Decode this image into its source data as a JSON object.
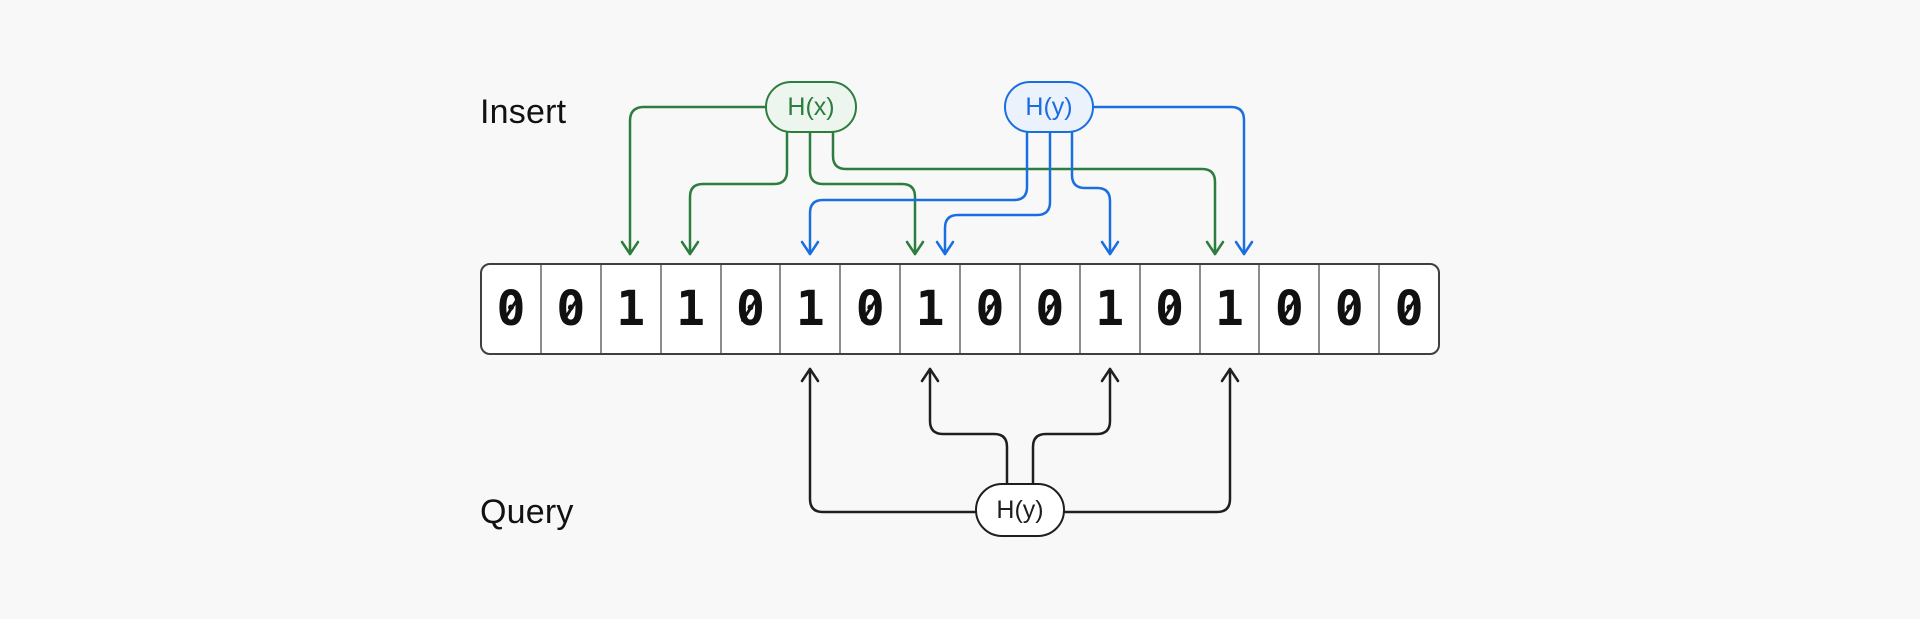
{
  "diagram_title": "bloom-filter",
  "insert": {
    "label": "Insert",
    "hx": {
      "label": "H(x)",
      "target_cells": [
        2,
        3,
        7,
        12
      ]
    },
    "hy": {
      "label": "H(y)",
      "target_cells": [
        5,
        7,
        10,
        12
      ]
    }
  },
  "query": {
    "label": "Query",
    "hy": {
      "label": "H(y)",
      "target_cells": [
        5,
        7,
        10,
        12
      ]
    }
  },
  "bit_array": {
    "bits": [
      "0",
      "0",
      "1",
      "1",
      "0",
      "1",
      "0",
      "1",
      "0",
      "0",
      "1",
      "0",
      "1",
      "0",
      "0",
      "0"
    ],
    "cell_count": 16
  },
  "colors": {
    "background": "#f8f8f8",
    "green": "#2d7d3e",
    "green-fill": "#edf6ee",
    "blue": "#1a6fe0",
    "blue-fill": "#ecf2fc",
    "black": "#1f1f1f",
    "cell-border": "#8c8c8c",
    "array-border": "#3f3f3f",
    "text": "#111111"
  }
}
